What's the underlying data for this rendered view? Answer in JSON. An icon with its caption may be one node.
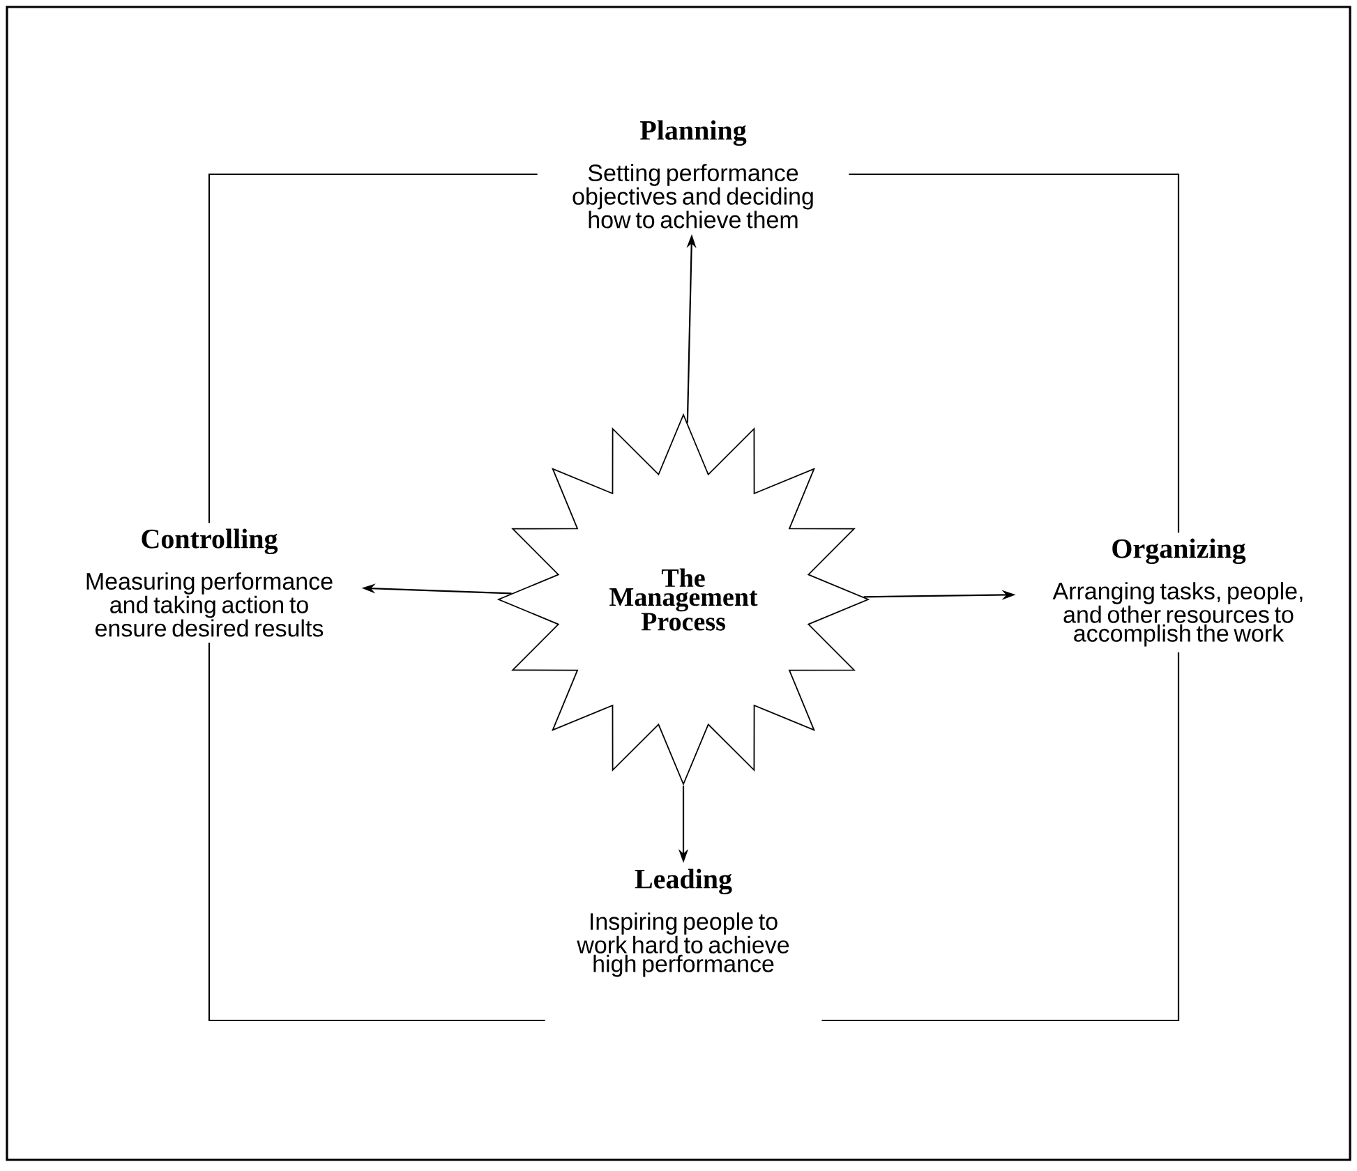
{
  "diagram": {
    "nodes": [
      {
        "text": [
          "The Management Process"
        ]
      },
      {
        "text": [
          "Planning",
          "Setting performance objectives and deciding how to achieve them"
        ]
      },
      {
        "text": [
          "Organizing",
          "Arranging tasks, people, and other resources to accomplish the work"
        ]
      },
      {
        "text": [
          "Leading",
          "Inspiring people to work hard to achieve high performance"
        ]
      },
      {
        "text": [
          "Controlling",
          "Measuring performance and taking action to ensure desired results"
        ]
      }
    ],
    "edges": [
      {
        "from": 0,
        "to": 1,
        "arrow": "to"
      },
      {
        "from": 0,
        "to": 2,
        "arrow": "to"
      },
      {
        "from": 0,
        "to": 3,
        "arrow": "to"
      },
      {
        "from": 0,
        "to": 4,
        "arrow": "to"
      },
      {
        "from": 1,
        "to": 2,
        "arrow": "none"
      },
      {
        "from": 2,
        "to": 3,
        "arrow": "none"
      },
      {
        "from": 3,
        "to": 4,
        "arrow": "none"
      },
      {
        "from": 4,
        "to": 1,
        "arrow": "none"
      }
    ]
  }
}
